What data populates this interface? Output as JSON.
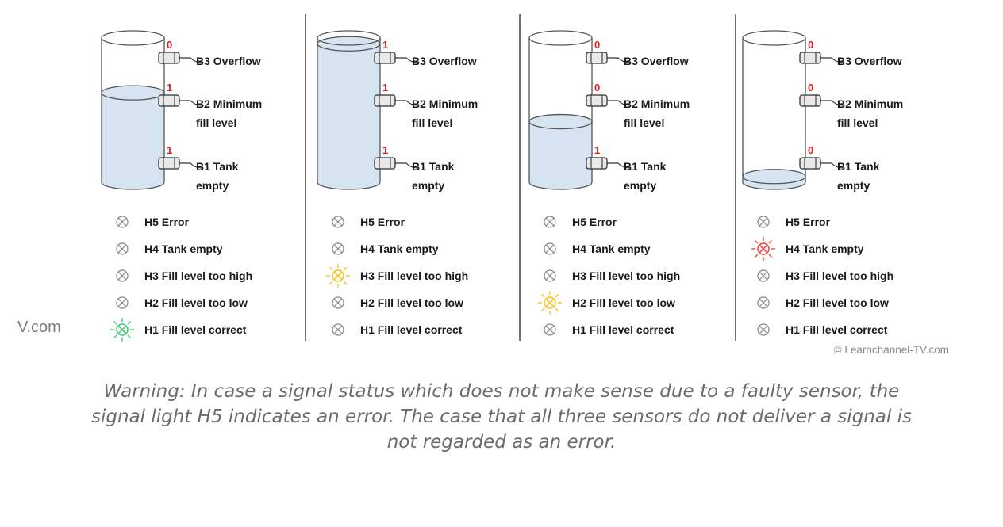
{
  "watermark_left": "V.com",
  "copyright": "© Learnchannel-TV.com",
  "panels": [
    {
      "fill_level": 0.62,
      "sensors": {
        "B3": {
          "state": "0",
          "label_lines": [
            "B3 Overflow"
          ]
        },
        "B2": {
          "state": "1",
          "label_lines": [
            "B2 Minimum",
            "fill level"
          ]
        },
        "B1": {
          "state": "1",
          "label_lines": [
            "B1 Tank",
            "empty"
          ]
        }
      },
      "lamps": [
        {
          "id": "H5",
          "label": "H5  Error",
          "lit": false,
          "color": "#888888"
        },
        {
          "id": "H4",
          "label": "H4  Tank empty",
          "lit": false,
          "color": "#888888"
        },
        {
          "id": "H3",
          "label": "H3  Fill level too high",
          "lit": false,
          "color": "#888888"
        },
        {
          "id": "H2",
          "label": "H2  Fill level too low",
          "lit": false,
          "color": "#888888"
        },
        {
          "id": "H1",
          "label": "H1  Fill level correct",
          "lit": true,
          "color": "#4fcf7e"
        }
      ]
    },
    {
      "fill_level": 0.96,
      "sensors": {
        "B3": {
          "state": "1",
          "label_lines": [
            "B3 Overflow"
          ]
        },
        "B2": {
          "state": "1",
          "label_lines": [
            "B2 Minimum",
            "fill level"
          ]
        },
        "B1": {
          "state": "1",
          "label_lines": [
            "B1 Tank",
            "empty"
          ]
        }
      },
      "lamps": [
        {
          "id": "H5",
          "label": "H5  Error",
          "lit": false,
          "color": "#888888"
        },
        {
          "id": "H4",
          "label": "H4  Tank empty",
          "lit": false,
          "color": "#888888"
        },
        {
          "id": "H3",
          "label": "H3  Fill level too high",
          "lit": true,
          "color": "#f5c830"
        },
        {
          "id": "H2",
          "label": "H2  Fill level too low",
          "lit": false,
          "color": "#888888"
        },
        {
          "id": "H1",
          "label": "H1  Fill level correct",
          "lit": false,
          "color": "#888888"
        }
      ]
    },
    {
      "fill_level": 0.42,
      "sensors": {
        "B3": {
          "state": "0",
          "label_lines": [
            "B3 Overflow"
          ]
        },
        "B2": {
          "state": "0",
          "label_lines": [
            "B2 Minimum",
            "fill level"
          ]
        },
        "B1": {
          "state": "1",
          "label_lines": [
            "B1 Tank",
            "empty"
          ]
        }
      },
      "lamps": [
        {
          "id": "H5",
          "label": "H5  Error",
          "lit": false,
          "color": "#888888"
        },
        {
          "id": "H4",
          "label": "H4  Tank empty",
          "lit": false,
          "color": "#888888"
        },
        {
          "id": "H3",
          "label": "H3  Fill level too high",
          "lit": false,
          "color": "#888888"
        },
        {
          "id": "H2",
          "label": "H2  Fill level too low",
          "lit": true,
          "color": "#f5c830"
        },
        {
          "id": "H1",
          "label": "H1  Fill level correct",
          "lit": false,
          "color": "#888888"
        }
      ]
    },
    {
      "fill_level": 0.04,
      "sensors": {
        "B3": {
          "state": "0",
          "label_lines": [
            "B3 Overflow"
          ]
        },
        "B2": {
          "state": "0",
          "label_lines": [
            "B2 Minimum",
            "fill level"
          ]
        },
        "B1": {
          "state": "0",
          "label_lines": [
            "B1 Tank",
            "empty"
          ]
        }
      },
      "lamps": [
        {
          "id": "H5",
          "label": "H5  Error",
          "lit": false,
          "color": "#888888"
        },
        {
          "id": "H4",
          "label": "H4  Tank empty",
          "lit": true,
          "color": "#f25050"
        },
        {
          "id": "H3",
          "label": "H3  Fill level too high",
          "lit": false,
          "color": "#888888"
        },
        {
          "id": "H2",
          "label": "H2  Fill level too low",
          "lit": false,
          "color": "#888888"
        },
        {
          "id": "H1",
          "label": "H1  Fill level correct",
          "lit": false,
          "color": "#888888"
        }
      ]
    }
  ],
  "colors": {
    "water": "#d6e4f2",
    "state_text": "#e02020",
    "outline": "#555555",
    "lamp_off": "#888888"
  },
  "caption_lines": [
    "Warning: In case a signal status which does not make sense due to a faulty sensor, the",
    "signal light H5 indicates an error. The case that all three sensors do not deliver a signal is",
    "not regarded as an error."
  ]
}
